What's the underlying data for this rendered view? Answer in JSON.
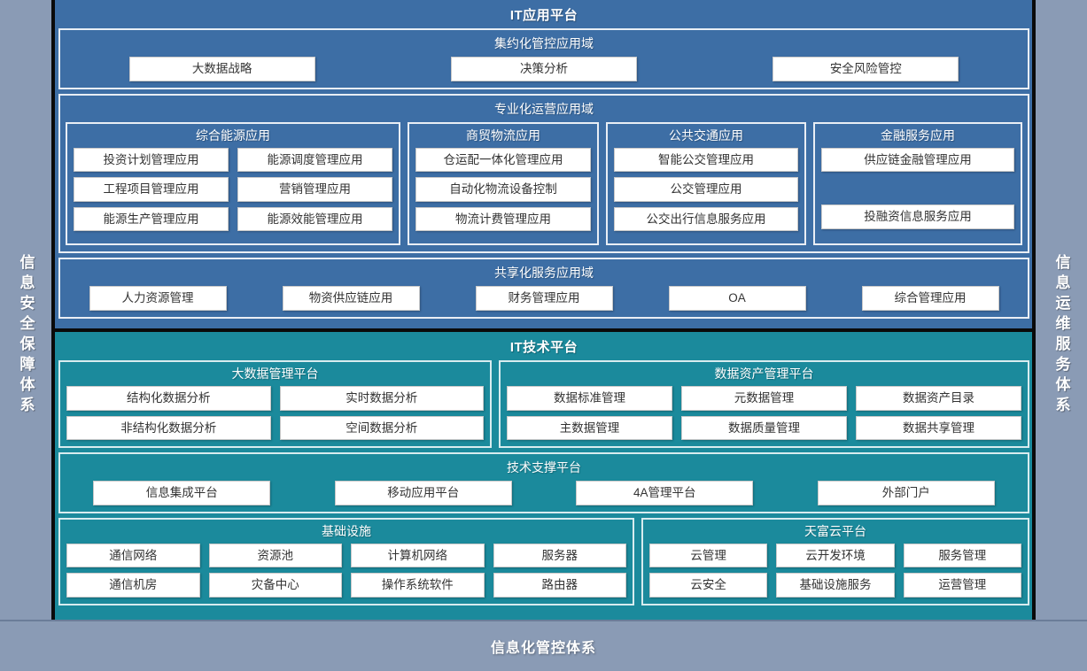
{
  "rails": {
    "left": "信息安全保障体系",
    "right": "信息运维服务体系"
  },
  "bottom_band": {
    "label": "信息化管控体系"
  },
  "colors": {
    "app_platform_bg": "#3d6ea5",
    "tech_platform_bg": "#1b8a9c",
    "rail_bg": "#8a9bb5",
    "chip_bg": "#ffffff",
    "chip_text": "#333333",
    "border_light": "#e9eef5",
    "frame_dark": "#0a0a0a"
  },
  "app_platform": {
    "title": "IT应用平台",
    "domains": [
      {
        "title": "集约化管控应用域",
        "chips": [
          "大数据战略",
          "决策分析",
          "安全风险管控"
        ]
      },
      {
        "title": "专业化运营应用域",
        "groups": [
          {
            "title": "综合能源应用",
            "rows": [
              [
                "投资计划管理应用",
                "能源调度管理应用"
              ],
              [
                "工程项目管理应用",
                "营销管理应用"
              ],
              [
                "能源生产管理应用",
                "能源效能管理应用"
              ]
            ]
          },
          {
            "title": "商贸物流应用",
            "rows": [
              [
                "仓运配一体化管理应用"
              ],
              [
                "自动化物流设备控制"
              ],
              [
                "物流计费管理应用"
              ]
            ]
          },
          {
            "title": "公共交通应用",
            "rows": [
              [
                "智能公交管理应用"
              ],
              [
                "公交管理应用"
              ],
              [
                "公交出行信息服务应用"
              ]
            ]
          },
          {
            "title": "金融服务应用",
            "rows": [
              [
                "供应链金融管理应用"
              ],
              [],
              [
                "投融资信息服务应用"
              ]
            ]
          }
        ]
      },
      {
        "title": "共享化服务应用域",
        "chips": [
          "人力资源管理",
          "物资供应链应用",
          "财务管理应用",
          "OA",
          "综合管理应用"
        ]
      }
    ]
  },
  "tech_platform": {
    "title": "IT技术平台",
    "groups": [
      {
        "title": "大数据管理平台",
        "rows": [
          [
            "结构化数据分析",
            "实时数据分析"
          ],
          [
            "非结构化数据分析",
            "空间数据分析"
          ]
        ]
      },
      {
        "title": "数据资产管理平台",
        "rows": [
          [
            "数据标准管理",
            "元数据管理",
            "数据资产目录"
          ],
          [
            "主数据管理",
            "数据质量管理",
            "数据共享管理"
          ]
        ]
      },
      {
        "title": "技术支撑平台",
        "chips": [
          "信息集成平台",
          "移动应用平台",
          "4A管理平台",
          "外部门户"
        ]
      },
      {
        "title": "基础设施",
        "rows": [
          [
            "通信网络",
            "资源池",
            "计算机网络",
            "服务器"
          ],
          [
            "通信机房",
            "灾备中心",
            "操作系统软件",
            "路由器"
          ]
        ]
      },
      {
        "title": "天富云平台",
        "rows": [
          [
            "云管理",
            "云开发环境",
            "服务管理"
          ],
          [
            "云安全",
            "基础设施服务",
            "运营管理"
          ]
        ]
      }
    ]
  }
}
